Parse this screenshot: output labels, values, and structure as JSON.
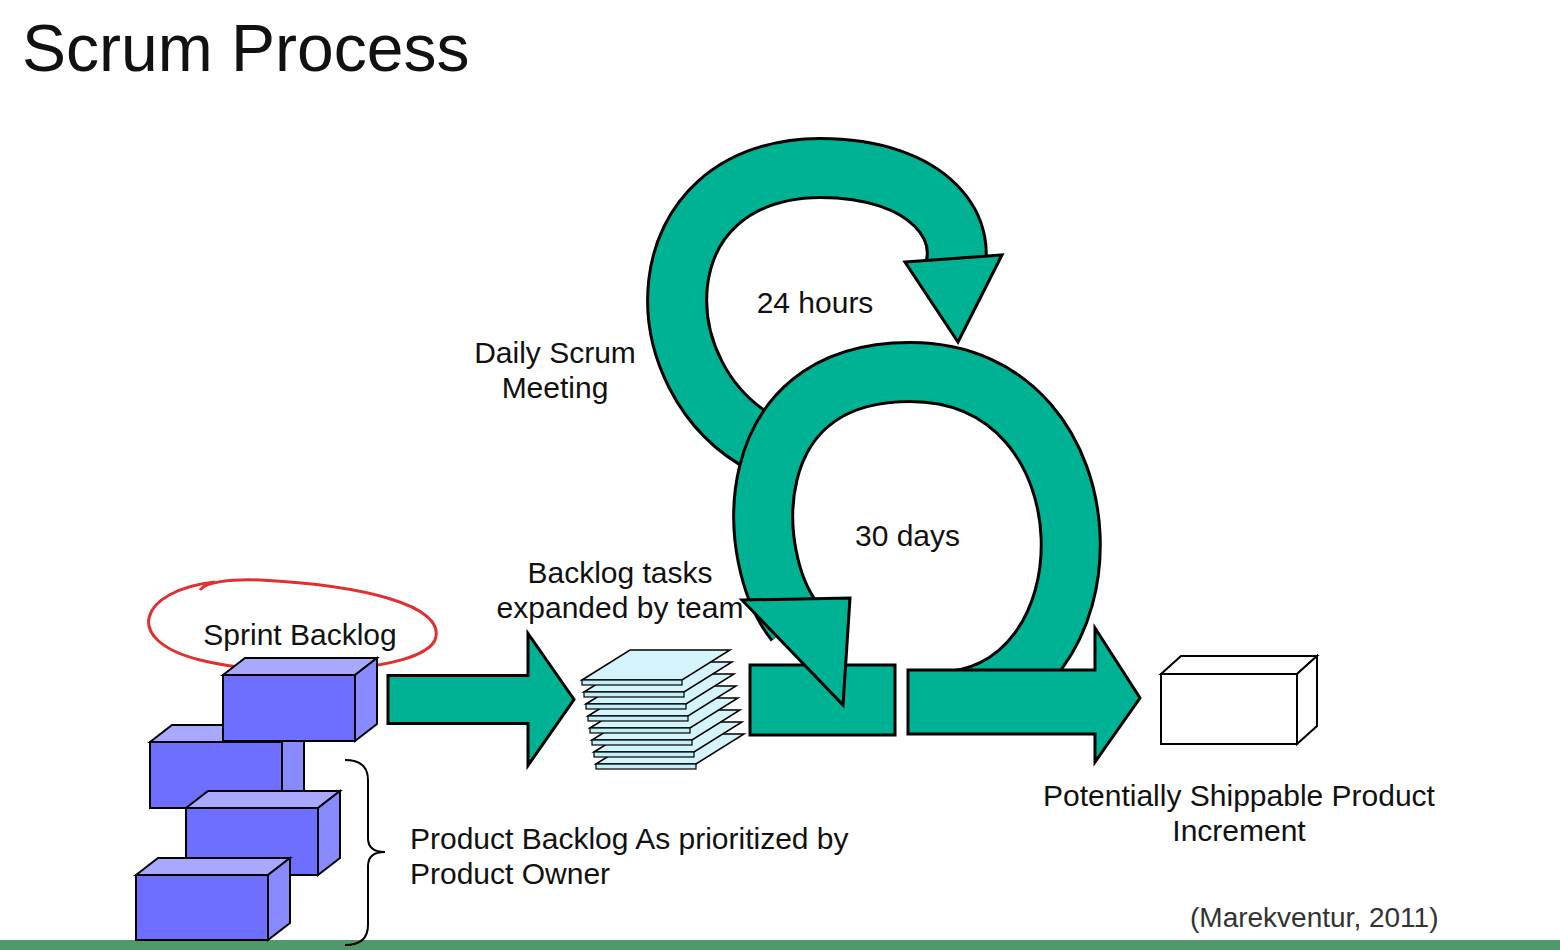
{
  "diagram": {
    "title": "Scrum Process",
    "caption": "(Marekventur, 2011)",
    "nodes": [
      {
        "text": [
          "Sprint Backlog"
        ]
      },
      {
        "text": [
          "Backlog tasks expanded by team"
        ]
      },
      {
        "text": [
          "Potentially Shippable Product Increment"
        ]
      }
    ],
    "edges": [
      {
        "from": 0,
        "to": 1,
        "arrow": "to"
      }
    ],
    "labels": [
      "24 hours",
      "Daily Scrum Meeting",
      "30 days",
      "Product Backlog As prioritized by Product Owner"
    ]
  }
}
